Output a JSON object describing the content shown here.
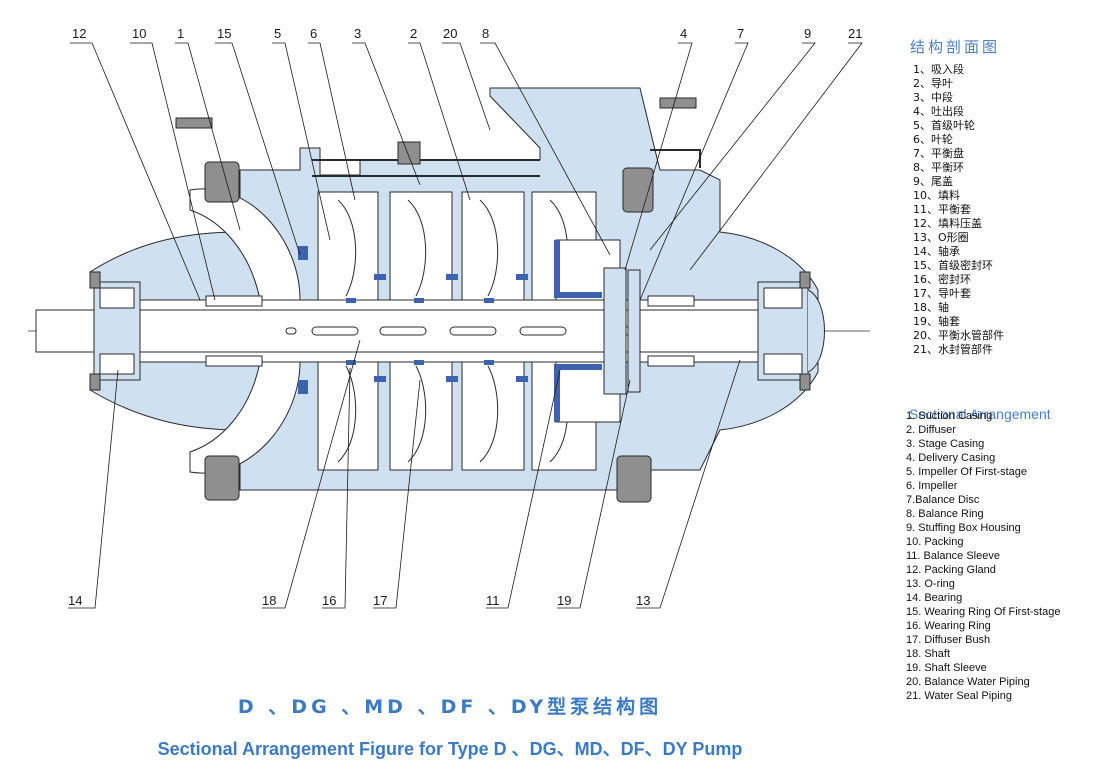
{
  "callouts_top": [
    "12",
    "10",
    "1",
    "15",
    "5",
    "6",
    "3",
    "2",
    "20",
    "8",
    "4",
    "7",
    "9",
    "21"
  ],
  "callouts_bottom": [
    "14",
    "18",
    "16",
    "17",
    "11",
    "19",
    "13"
  ],
  "legend_cn": {
    "title": "结构剖面图",
    "items": [
      "1、吸入段",
      "2、导叶",
      "3、中段",
      "4、吐出段",
      "5、首级叶轮",
      "6、叶轮",
      "7、平衡盘",
      "8、平衡环",
      "9、尾盖",
      "10、填料",
      "11、平衡套",
      "12、填料压盖",
      "13、O形圈",
      "14、轴承",
      "15、首级密封环",
      "16、密封环",
      "17、导叶套",
      "18、轴",
      "19、轴套",
      "20、平衡水管部件",
      "21、水封管部件"
    ]
  },
  "legend_en": {
    "title": "Sectional Arrangement",
    "items": [
      "1. Suction Casing",
      "2. Diffuser",
      "3. Stage Casing",
      "4. Delivery Casing",
      "5. Impeller Of First-stage",
      "6. Impeller",
      "7.Balance Disc",
      "8. Balance Ring",
      "9. Stuffing Box Housing",
      "10. Packing",
      "11. Balance Sleeve",
      "12. Packing Gland",
      "13. O-ring",
      "14. Bearing",
      "15. Wearing Ring Of First-stage",
      "16. Wearing Ring",
      "17. Diffuser Bush",
      "18. Shaft",
      "19. Shaft Sleeve",
      "20. Balance Water Piping",
      "21. Water Seal Piping"
    ]
  },
  "title_cn": "D 、DG 、MD 、DF 、DY型泵结构图",
  "title_en": "Sectional Arrangement Figure for Type D 、DG、MD、DF、DY Pump",
  "colors": {
    "casing_fill": "#cfe0f0",
    "outline": "#2a2a2a",
    "seal_blue": "#3c62b0",
    "accent": "#4a7fc4",
    "bolt_gray": "#8f8f8f"
  }
}
